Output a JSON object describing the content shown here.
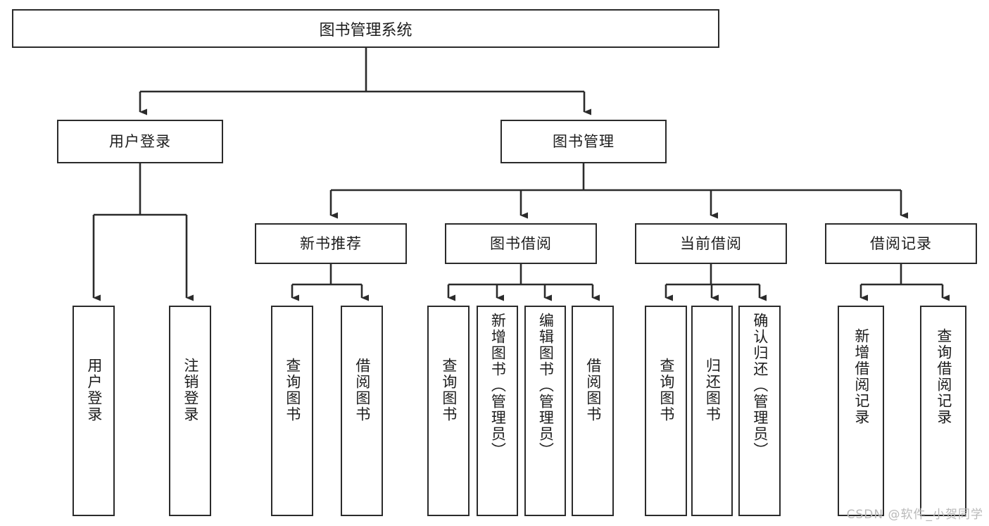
{
  "diagram": {
    "title": "图书管理系统",
    "type": "tree",
    "watermark": "CSDN @软件_小贺同学",
    "colors": {
      "box_border": "#2b2b2b",
      "box_fill": "#ffffff",
      "text": "#1d1d1d",
      "connector": "#2b2b2b",
      "watermark": "#b9b9b9",
      "background": "#ffffff"
    },
    "root": {
      "label": "图书管理系统"
    },
    "level2": [
      {
        "label": "用户登录"
      },
      {
        "label": "图书管理"
      }
    ],
    "level3": [
      {
        "label": "新书推荐"
      },
      {
        "label": "图书借阅"
      },
      {
        "label": "当前借阅"
      },
      {
        "label": "借阅记录"
      }
    ],
    "leaves": {
      "user_login": [
        {
          "label": "用户登录"
        },
        {
          "label": "注销登录"
        }
      ],
      "new_book_recommend": [
        {
          "label": "查询图书"
        },
        {
          "label": "借阅图书"
        }
      ],
      "book_borrow": [
        {
          "label": "查询图书"
        },
        {
          "label": "新增图书（管理员）"
        },
        {
          "label": "编辑图书（管理员）"
        },
        {
          "label": "借阅图书"
        }
      ],
      "current_borrow": [
        {
          "label": "查询图书"
        },
        {
          "label": "归还图书"
        },
        {
          "label": "确认归还（管理员）"
        }
      ],
      "borrow_record": [
        {
          "label": "新增借阅记录"
        },
        {
          "label": "查询借阅记录"
        }
      ]
    }
  }
}
